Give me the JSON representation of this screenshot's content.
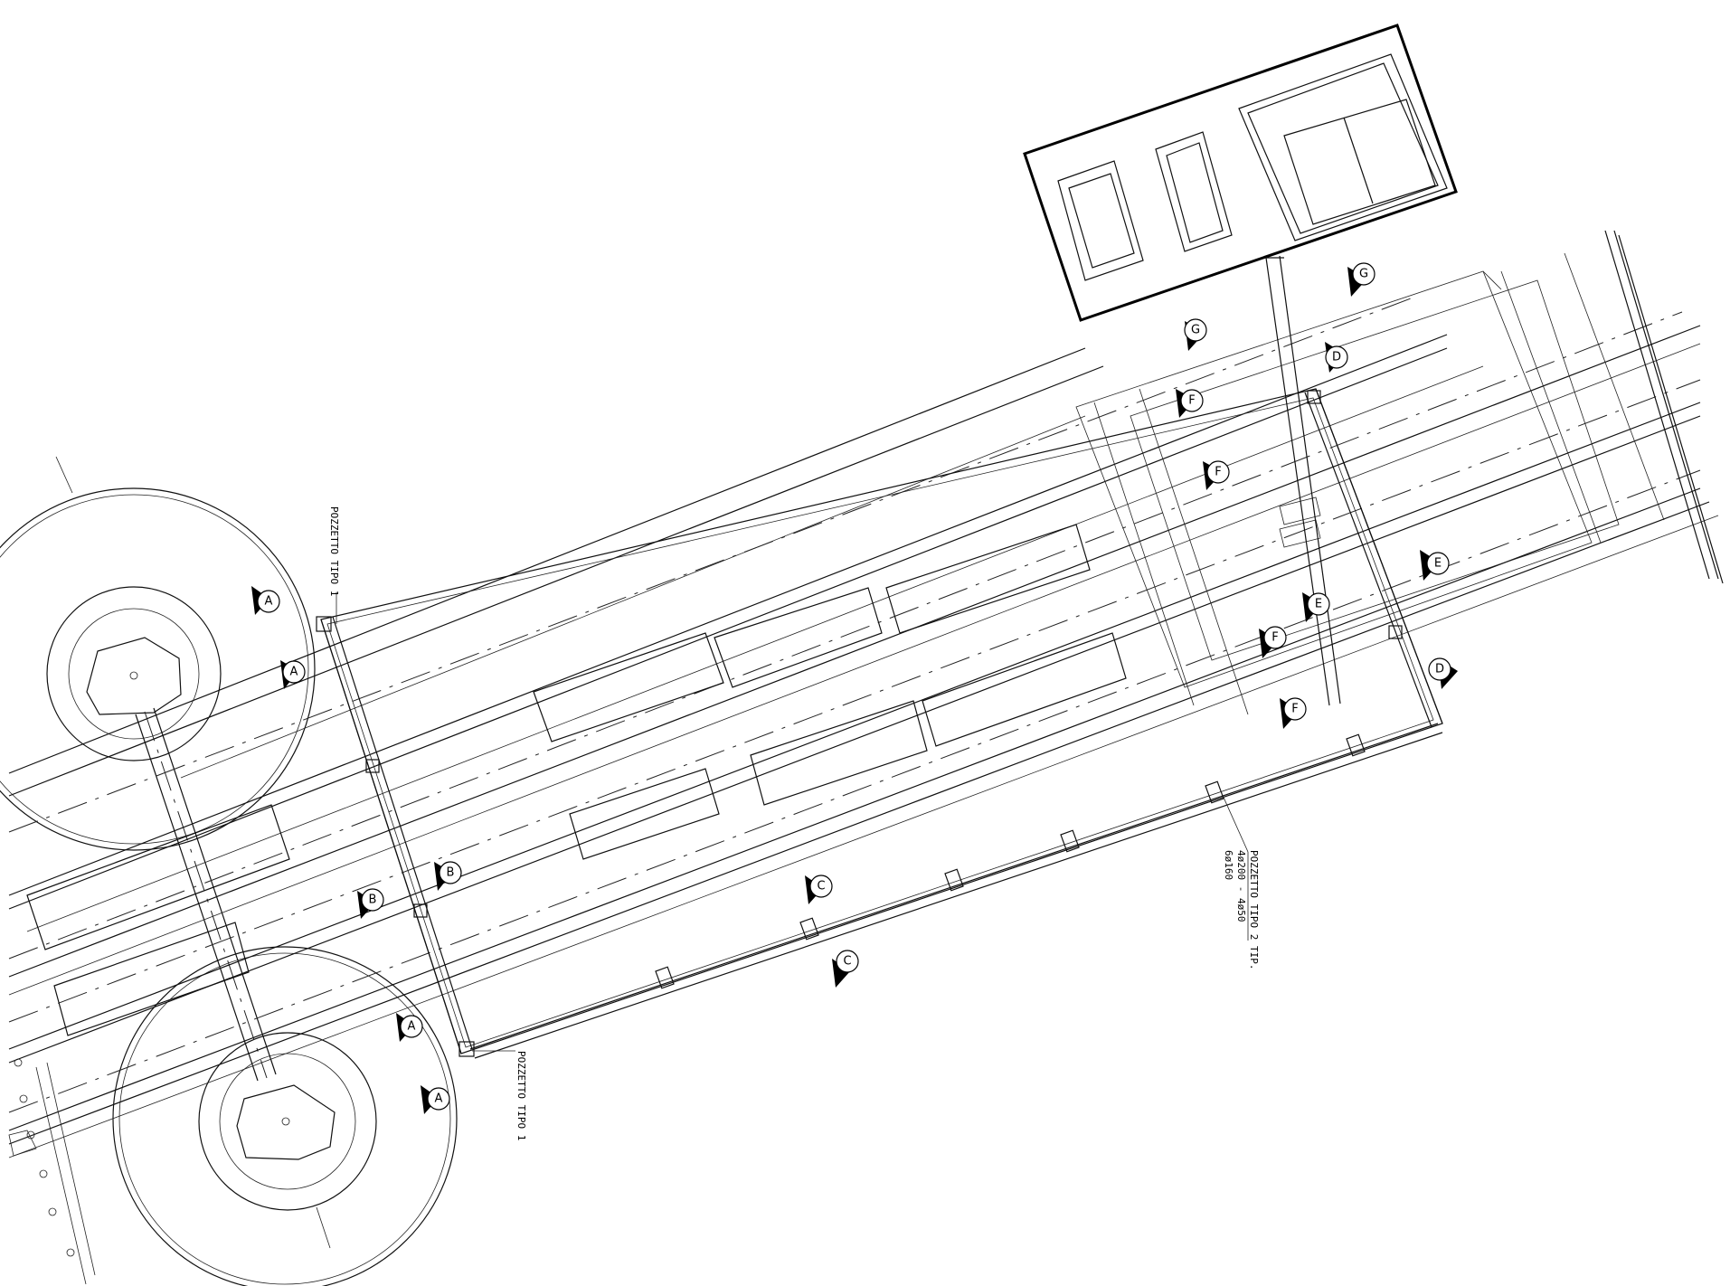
{
  "labels": {
    "pozzetto_top": "POZZETTO TIPO 1",
    "pozzetto_bottom": "POZZETTO TIPO 1",
    "pozzetto2_line1": "POZZETTO TIPO 2 TIP.",
    "pozzetto2_line2": "4ø200 - 4ø50",
    "pozzetto2_line3": "6ø160"
  },
  "section_marks": [
    "A",
    "A",
    "A",
    "A",
    "B",
    "B",
    "C",
    "C",
    "D",
    "D",
    "E",
    "E",
    "F",
    "F",
    "F",
    "F",
    "G",
    "G"
  ]
}
